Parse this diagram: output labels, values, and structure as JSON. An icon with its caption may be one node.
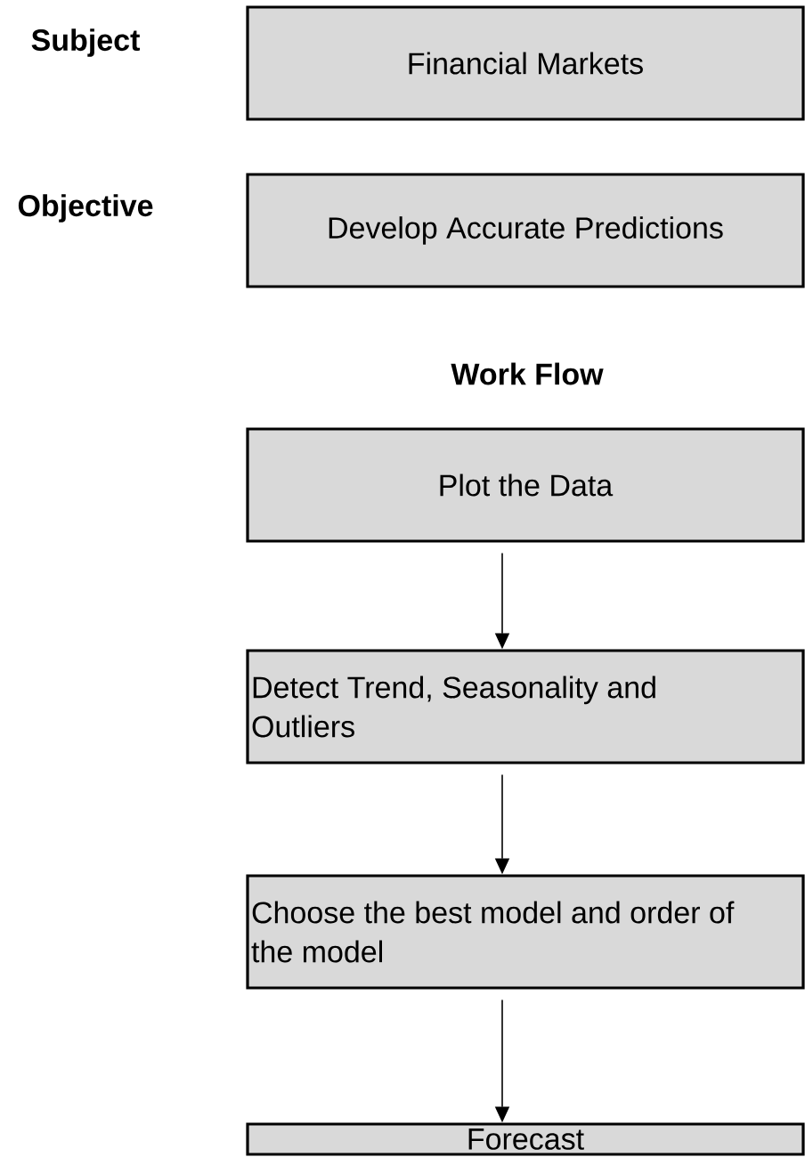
{
  "diagram": {
    "nodes": [
      {
        "text": [
          "Financial Markets"
        ]
      },
      {
        "text": [
          "Develop Accurate Predictions"
        ]
      },
      {
        "text": [
          "Plot the Data"
        ]
      },
      {
        "text": [
          "Detect Trend, Seasonality and Outliers"
        ]
      },
      {
        "text": [
          "Choose the best model and order of the model"
        ]
      },
      {
        "text": [
          "Forecast"
        ]
      }
    ],
    "edges": [
      {
        "from": 2,
        "to": 3,
        "arrow": "to"
      },
      {
        "from": 3,
        "to": 4,
        "arrow": "to"
      },
      {
        "from": 4,
        "to": 5,
        "arrow": "to"
      }
    ],
    "labels": [
      "Subject",
      "Objective",
      "Work Flow"
    ]
  }
}
